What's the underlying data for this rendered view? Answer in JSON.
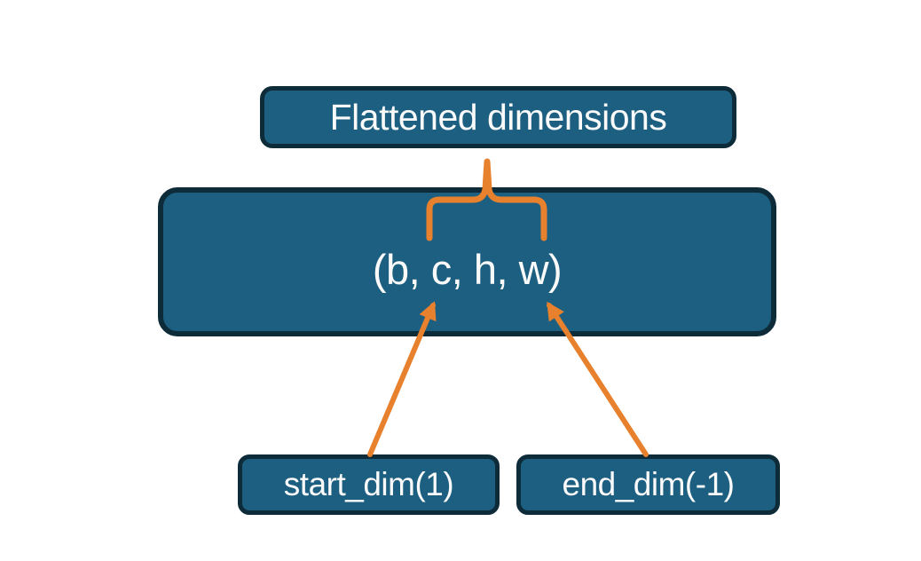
{
  "diagram": {
    "nodes": {
      "flattened": {
        "label": "Flattened dimensions"
      },
      "shape": {
        "label": "(b, c, h, w)"
      },
      "start_dim": {
        "label": "start_dim(1)"
      },
      "end_dim": {
        "label": "end_dim(-1)"
      }
    },
    "connectors": {
      "brace": "curly-brace-over-c-h-w",
      "start_arrow": "arrow-from-start-dim-to-shape",
      "end_arrow": "arrow-from-end-dim-to-shape"
    },
    "colors": {
      "node_fill": "#1d5f80",
      "node_border": "#0e2b39",
      "connector": "#e8812e",
      "text": "#fafafa",
      "background": "#ffffff"
    }
  }
}
